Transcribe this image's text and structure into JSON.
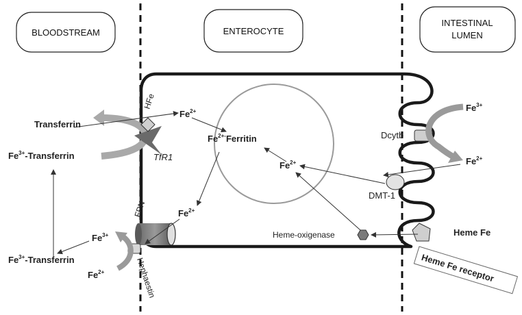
{
  "headers": {
    "bloodstream": "BLOODSTREAM",
    "enterocyte": "ENTEROCYTE",
    "lumen_line1": "INTESTINAL",
    "lumen_line2": "LUMEN"
  },
  "labels": {
    "hfe": "HFe",
    "tfr1": "TfR1",
    "transferrin": "Transferrin",
    "fe3_transferrin_prefix": "Fe",
    "fe3_transferrin_sup": "3+",
    "fe3_transferrin_suffix": "-Transferrin",
    "fe3_transferrin2_prefix": "Fe",
    "fe3_transferrin2_sup": "3+",
    "fe3_transferrin2_suffix": "-Transferrin",
    "fe2_top_base": "Fe",
    "fe2_top_sup": "2+",
    "fe2_ferritin_base": "Fe",
    "fe2_ferritin_sup": "2+-",
    "fe2_ferritin_suffix": "Ferritin",
    "fe2_mid_base": "Fe",
    "fe2_mid_sup": "2+",
    "fe2_fpn_base": "Fe",
    "fe2_fpn_sup": "2+",
    "fpn": "FPN",
    "fe3_left_base": "Fe",
    "fe3_left_sup": "3+",
    "fe2_left_base": "Fe",
    "fe2_left_sup": "2+",
    "hephaestin": "Hephaestin",
    "heme_oxigenase": "Heme-oxigenase",
    "heme_fe": "Heme Fe",
    "heme_fe_receptor": "Heme Fe receptor",
    "dcytb": "Dcytb",
    "dmt1": "DMT-1",
    "fe3_lumen_base": "Fe",
    "fe3_lumen_sup": "3+",
    "fe2_lumen_base": "Fe",
    "fe2_lumen_sup": "2+"
  }
}
